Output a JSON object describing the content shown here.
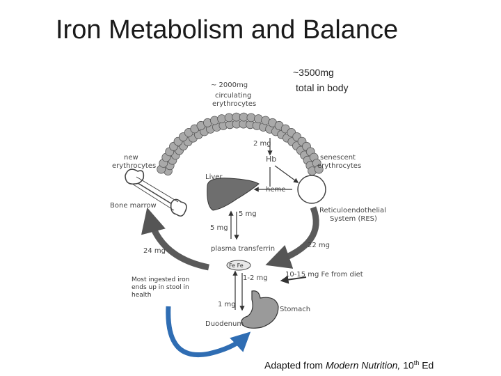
{
  "title": "Iron Metabolism and Balance",
  "labels": {
    "circulating_mass": "~ 2000mg",
    "circulating_line1": "circulating",
    "circulating_line2": "erythrocytes",
    "total_line1": "~3500mg",
    "total_line2": "total in body",
    "new_line1": "new",
    "new_line2": "erythrocytes",
    "senescent_line1": "senescent",
    "senescent_line2": "erythrocytes",
    "flow_2mg": "2 mg",
    "hb": "Hb",
    "liver": "Liver",
    "heme": "heme",
    "bone_marrow": "Bone marrow",
    "flow_5mg_a": "5 mg",
    "flow_5mg_b": "5 mg",
    "res_line1": "Reticuloendothelial",
    "res_line2": "System (RES)",
    "flow_24mg": "24 mg",
    "plasma_transferrin": "plasma transferrin",
    "flow_22mg": "22 mg",
    "fe_fe": "Fe Fe",
    "flow_1_2mg": "1-2 mg",
    "diet": "10-15 mg Fe from diet",
    "stool_line1": "Most ingested iron",
    "stool_line2": "ends up in stool in",
    "stool_line3": "health",
    "flow_1mg": "1 mg",
    "stomach": "Stomach",
    "duodenum": "Duodenum"
  },
  "credit": {
    "prefix": "Adapted from ",
    "source": "Modern Nutrition,",
    "edition_num": " 10",
    "edition_sup": "th",
    "suffix": " Ed"
  },
  "colors": {
    "arrow": "#555555",
    "blue_arrow": "#2f6db3",
    "liver": "#6e6e6e",
    "cells": "#a9a9a9"
  }
}
